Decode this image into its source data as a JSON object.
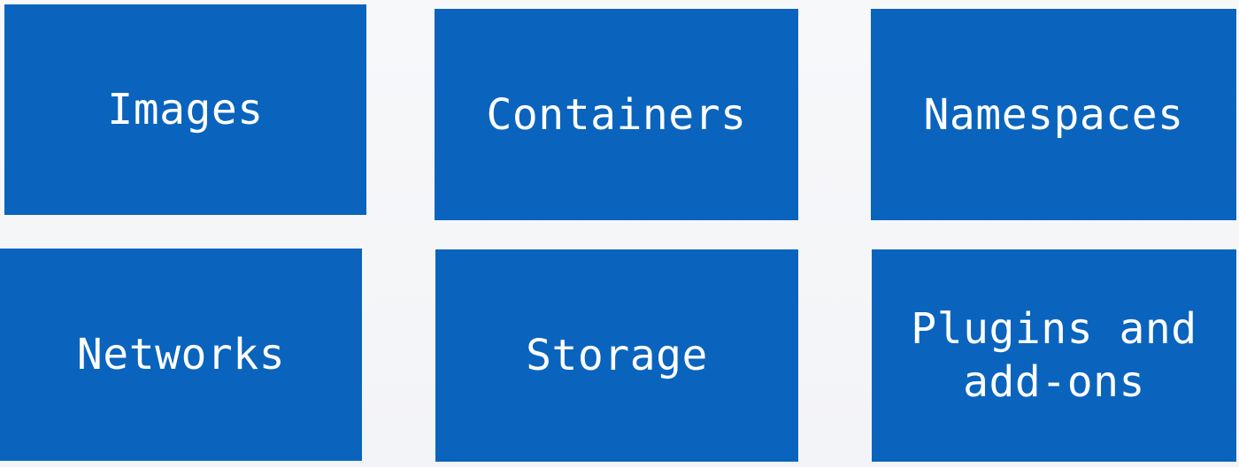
{
  "tiles": [
    {
      "label": "Images"
    },
    {
      "label": "Containers"
    },
    {
      "label": "Namespaces"
    },
    {
      "label": "Networks"
    },
    {
      "label": "Storage"
    },
    {
      "label": "Plugins and\nadd-ons"
    }
  ],
  "colors": {
    "tile_background": "#0a64bd",
    "tile_text": "#ffffff",
    "page_background": "#f6f7f9"
  }
}
